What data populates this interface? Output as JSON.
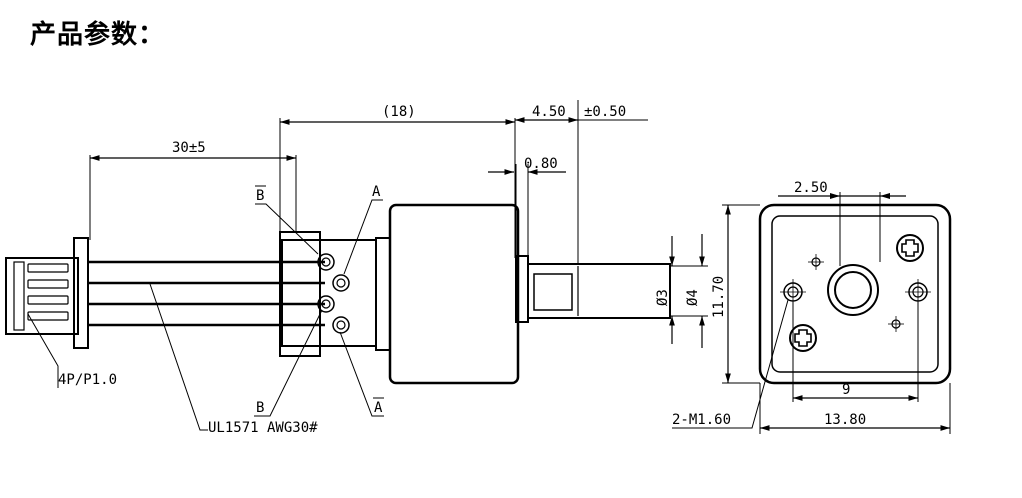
{
  "header": {
    "title": "产品参数："
  },
  "dimensions": {
    "overall_length": "(18)",
    "cable_length": "30±5",
    "shaft_length": "4.50",
    "shaft_tol": "±0.50",
    "flange_thickness": "0.80",
    "shaft_dia_inner": "Ø3",
    "shaft_dia_outer": "Ø4",
    "height": "11.70",
    "offset": "2.50",
    "hole_spacing": "9",
    "width": "13.80",
    "mount_holes": "2-M1.60"
  },
  "labels": {
    "b_bar": "B",
    "a": "A",
    "b": "B",
    "a_bar": "A",
    "connector": "4P/P1.0",
    "wire_spec": "UL1571  AWG30#"
  }
}
